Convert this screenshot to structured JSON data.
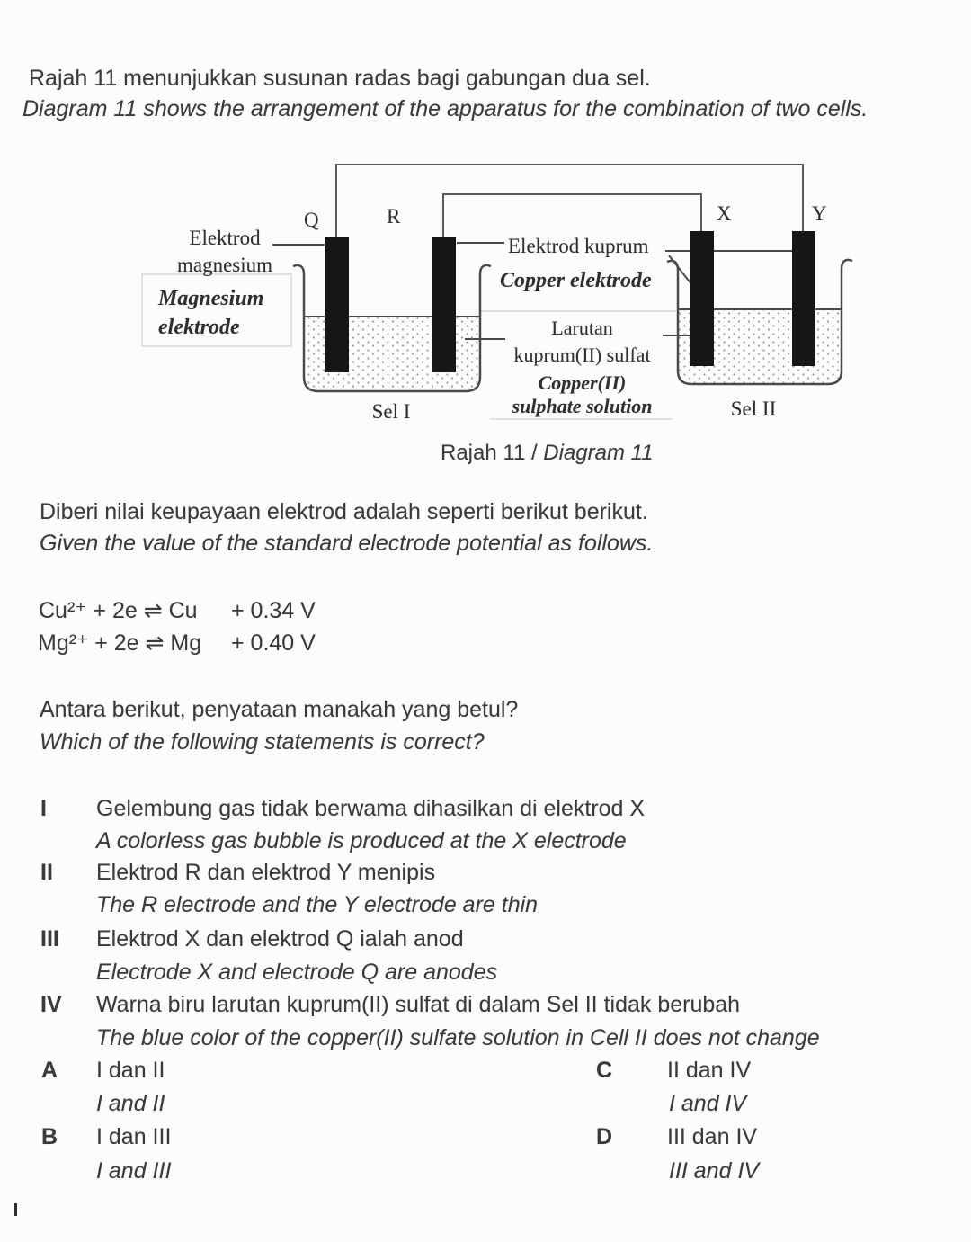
{
  "colors": {
    "ink": "#3a3a3a",
    "electrode_fill": "#161616",
    "diagram_stroke": "#4a4a4a",
    "solution_dot": "#9d9d9d",
    "faint_artifact": "#e2e2e2"
  },
  "intro": {
    "ms": "Rajah 11 menunjukkan susunan radas bagi gabungan dua sel.",
    "en": "Diagram 11 shows the arrangement of the apparatus for the combination of two cells."
  },
  "diagram": {
    "caption_ms": "Rajah 11 / ",
    "caption_en": "Diagram 11",
    "terminals": {
      "q": "Q",
      "r": "R",
      "x": "X",
      "y": "Y"
    },
    "labels": {
      "mg_ms_line1": "Elektrod",
      "mg_ms_line2": "magnesium",
      "mg_en_line1": "Magnesium",
      "mg_en_line2": "elektrode",
      "cu_ms": "Elektrod kuprum",
      "cu_en": "Copper elektrode",
      "sol_ms_line1": "Larutan",
      "sol_ms_line2": "kuprum(II) sulfat",
      "sol_en_line1": "Copper(II)",
      "sol_en_line2": "sulphate solution",
      "cell1": "Sel I",
      "cell2": "Sel II"
    }
  },
  "given": {
    "ms": "Diberi nilai keupayaan elektrod adalah seperti berikut berikut.",
    "en": "Given the value of the standard electrode potential as follows."
  },
  "equations": [
    {
      "formula": "Cu²⁺ + 2e ⇌ Cu",
      "potential": "+ 0.34 V"
    },
    {
      "formula": "Mg²⁺ + 2e ⇌ Mg",
      "potential": "+ 0.40 V"
    }
  ],
  "question": {
    "ms": "Antara berikut, penyataan manakah yang betul?",
    "en": "Which of the following statements is correct?"
  },
  "statements": [
    {
      "numeral": "I",
      "ms": "Gelembung gas tidak berwama dihasilkan di elektrod X",
      "en": "A colorless gas bubble is produced at the X electrode"
    },
    {
      "numeral": "II",
      "ms": "Elektrod R dan elektrod Y menipis",
      "en": "The R electrode and the Y electrode are thin"
    },
    {
      "numeral": "III",
      "ms": "Elektrod X dan elektrod Q ialah anod",
      "en": "Electrode X and electrode Q are anodes"
    },
    {
      "numeral": "IV",
      "ms": "Warna biru larutan kuprum(II) sulfat di dalam Sel II tidak berubah",
      "en": "The blue color of the copper(II) sulfate solution in Cell II does not change"
    }
  ],
  "options": [
    {
      "letter": "A",
      "ms": "I dan II",
      "en": "I and II"
    },
    {
      "letter": "B",
      "ms": "I dan III",
      "en": "I and III"
    },
    {
      "letter": "C",
      "ms": "II dan IV",
      "en": "I and IV"
    },
    {
      "letter": "D",
      "ms": "III dan IV",
      "en": "III and IV"
    }
  ]
}
